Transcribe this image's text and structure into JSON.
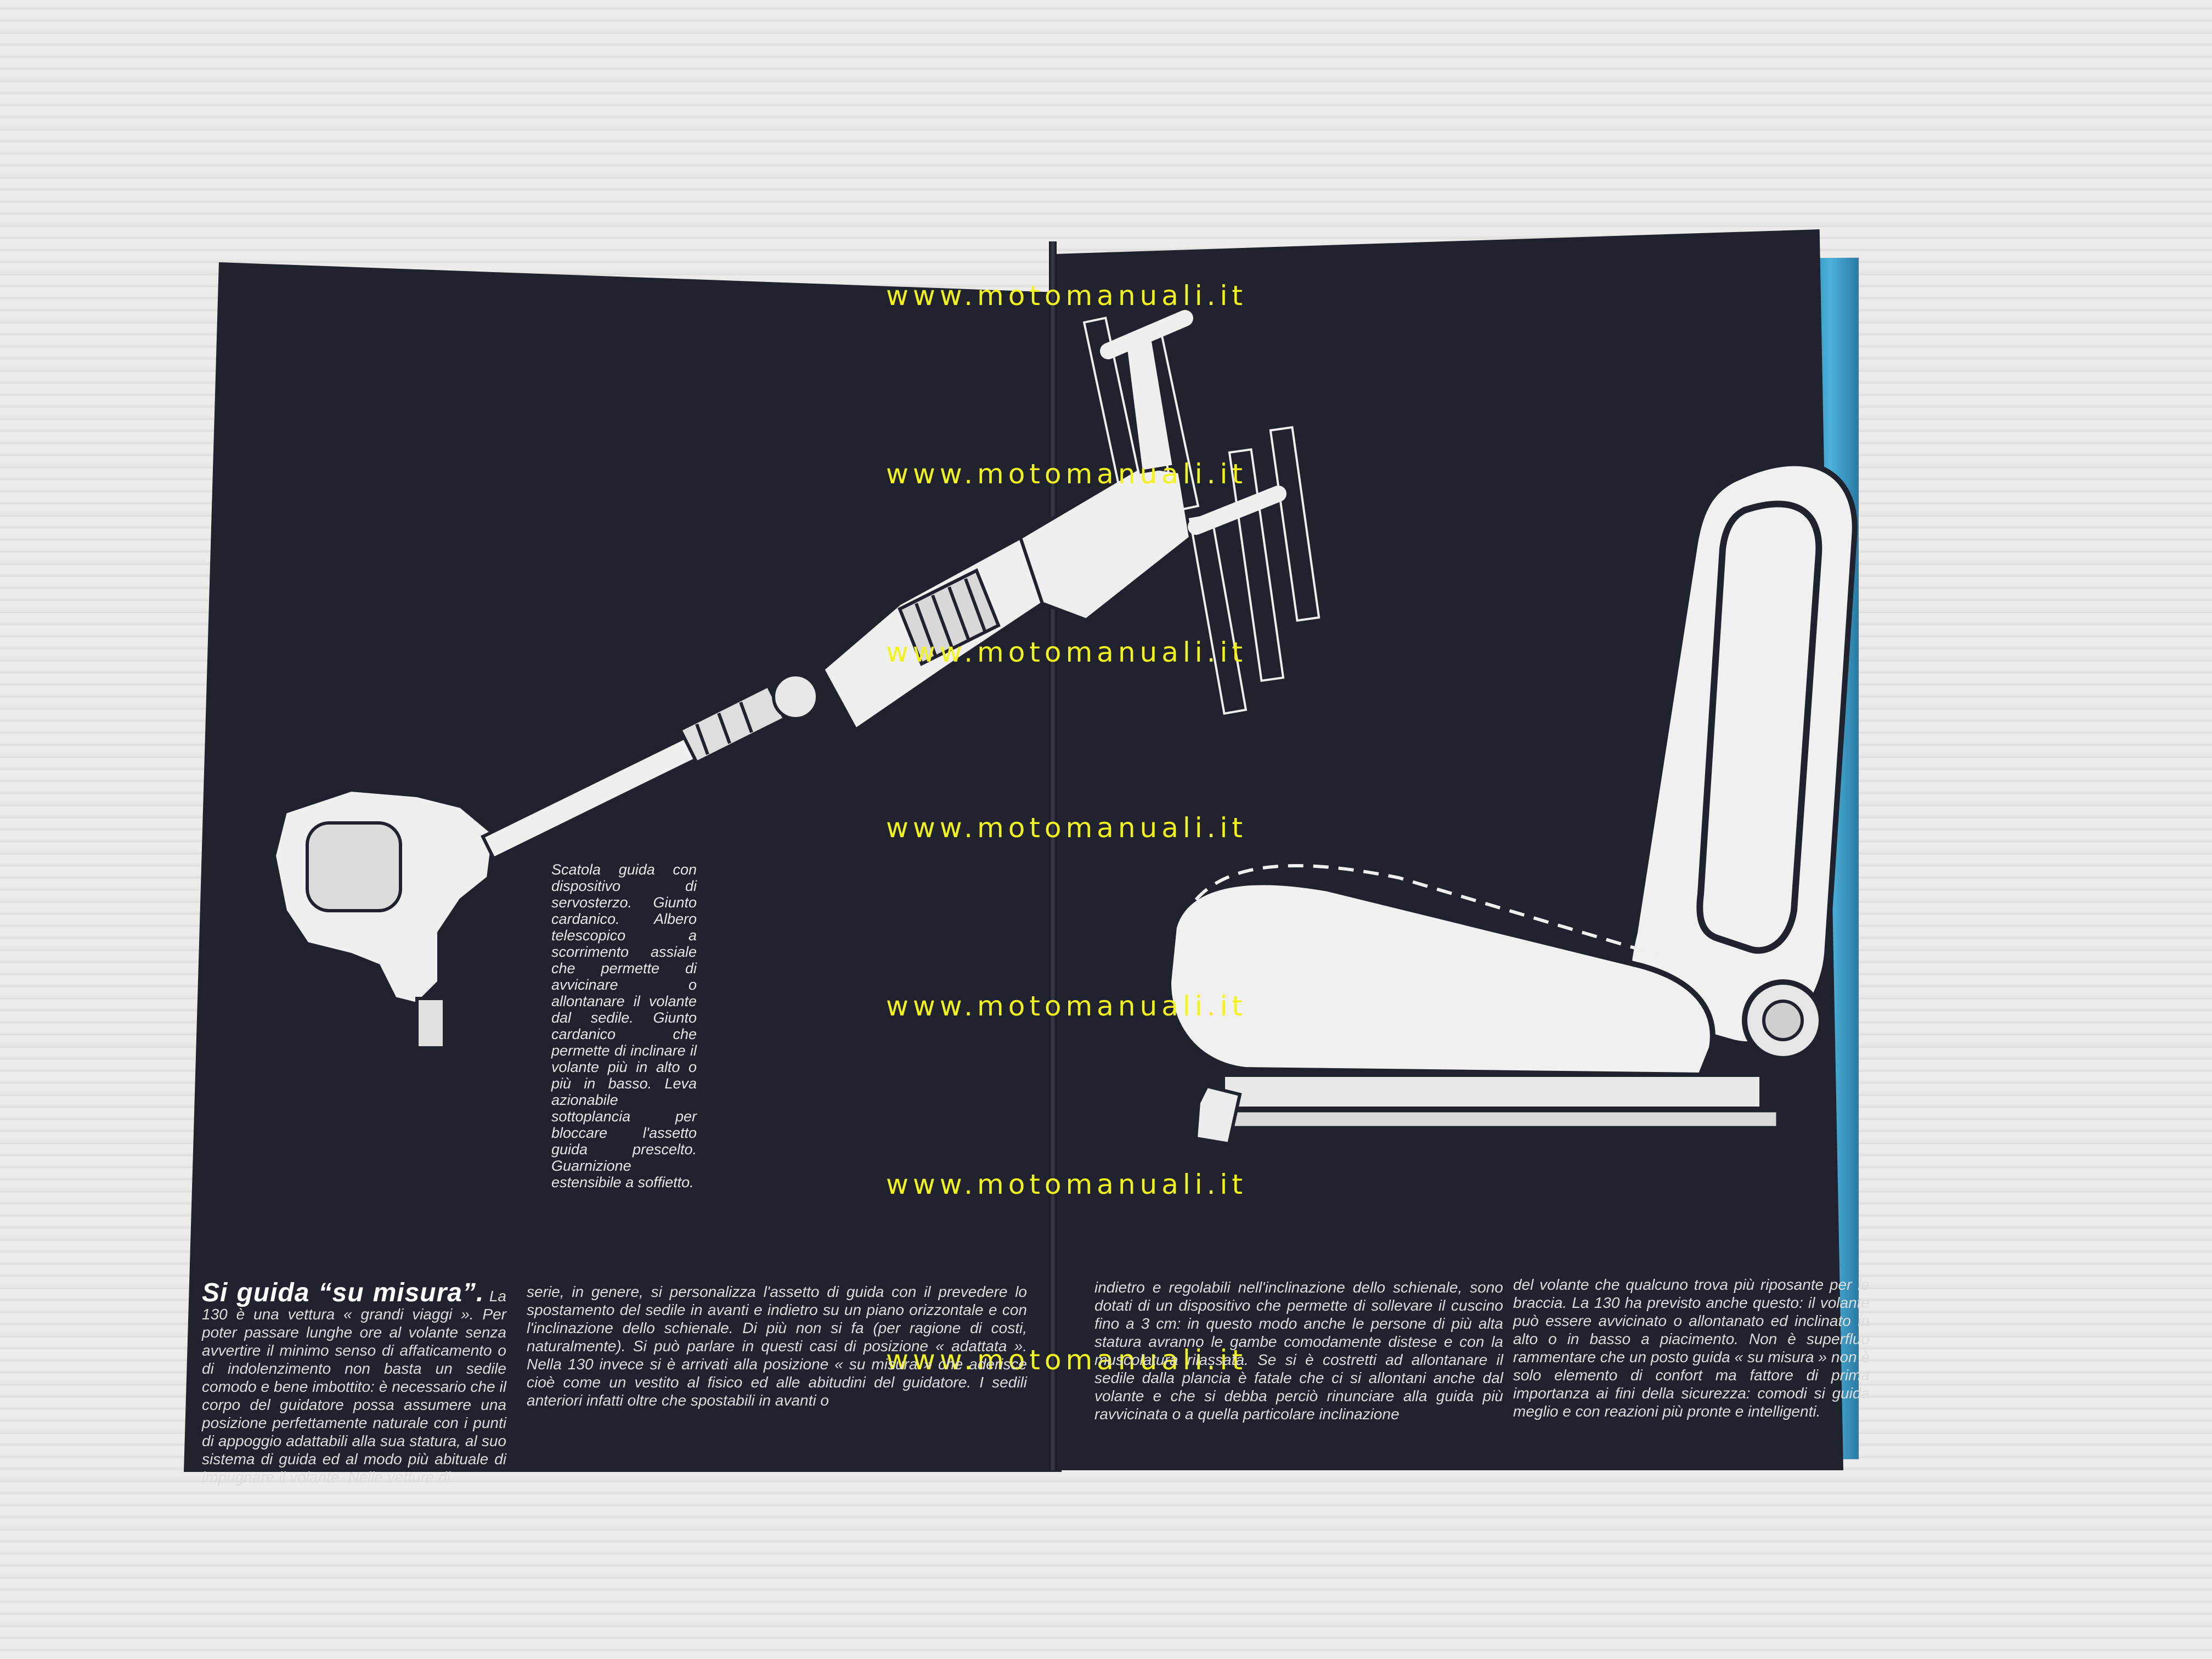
{
  "watermark": {
    "text": "www.motomanuali.it"
  },
  "caption": {
    "text": "Scatola guida con dispositivo di servosterzo. Giunto cardanico. Albero telescopico a scorrimento assiale che permette di avvicinare o allontanare il volante dal sedile. Giunto cardanico che permette di inclinare il volante più in alto o più in basso. Leva azionabile sottoplancia per bloccare l'assetto guida prescelto. Guarnizione estensibile a soffietto."
  },
  "article": {
    "headline": "Si guida “su misura”.",
    "col1": "La 130 è una vettura « grandi viaggi ». Per poter passare lunghe ore al volante senza avvertire il minimo senso di affaticamento o di indolenzimento non basta un sedile comodo e bene imbottito: è necessario che il corpo del guidatore possa assumere una posizione perfettamente naturale con i punti di appoggio adattabili alla sua statura, al suo sistema di guida ed al modo più abituale di impugnare il volante. Nelle vetture di",
    "col2": "serie, in genere, si personalizza l'assetto di guida con il prevedere lo spostamento del sedile in avanti e indietro su un piano orizzontale e con l'inclinazione dello schienale. Di più non si fa (per ragione di costi, naturalmente). Si può parlare in questi casi di posizione « adattata ». Nella 130 invece si è arrivati alla posizione « su misura » che aderisce cioè come un vestito al fisico ed alle abitudini del guidatore. I sedili anteriori infatti oltre che spostabili in avanti o",
    "col3": "indietro e regolabili nell'inclinazione dello schienale, sono dotati di un dispositivo che permette di sollevare il cuscino fino a 3 cm: in questo modo anche le persone di più alta statura avranno le gambe comodamente distese e con la muscolatura rilassata. Se si è costretti ad allontanare il sedile dalla plancia è fatale che ci si allontani anche dal volante e che si debba perciò rinunciare alla guida più ravvicinata o a quella particolare inclinazione",
    "col4": "del volante che qualcuno trova più riposante per le braccia. La 130 ha previsto anche questo: il volante può essere avvicinato o allontanato ed inclinato in alto o in basso a piacimento. Non è superfluo rammentare che un posto guida « su misura » non è solo elemento di confort ma fattore di prima importanza ai fini della sicurezza: comodi si guida meglio e con reazioni più pronte e intelligenti."
  },
  "colors": {
    "page": "#20222d",
    "watermark": "#f2f21c",
    "background": "#e9e8e6",
    "edge": "#3ba3cf"
  }
}
